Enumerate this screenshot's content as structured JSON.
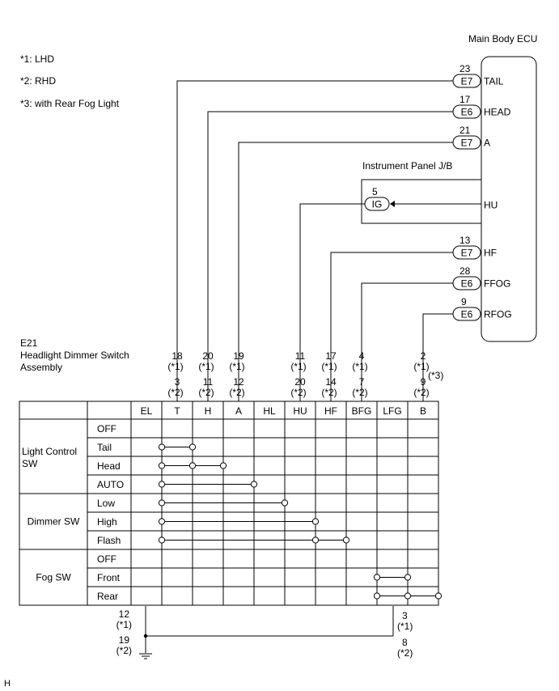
{
  "ecu": {
    "title": "Main Body ECU",
    "pins": [
      {
        "pin": "23",
        "conn": "E7",
        "name": "TAIL"
      },
      {
        "pin": "17",
        "conn": "E6",
        "name": "HEAD"
      },
      {
        "pin": "21",
        "conn": "E7",
        "name": "A"
      },
      {
        "pin": "",
        "conn": "",
        "name": "HU"
      },
      {
        "pin": "13",
        "conn": "E7",
        "name": "HF"
      },
      {
        "pin": "28",
        "conn": "E6",
        "name": "FFOG"
      },
      {
        "pin": "9",
        "conn": "E6",
        "name": "RFOG"
      }
    ]
  },
  "notes": [
    "*1: LHD",
    "*2: RHD",
    "*3: with Rear Fog Light"
  ],
  "junction_block": {
    "title": "Instrument Panel J/B",
    "pin": "5",
    "conn": "IG"
  },
  "switch": {
    "code": "E21",
    "title_line1": "Headlight Dimmer Switch",
    "title_line2": "Assembly",
    "columns": [
      "EL",
      "T",
      "H",
      "A",
      "HL",
      "HU",
      "HF",
      "BFG",
      "LFG",
      "B"
    ],
    "pin_top": [
      "",
      "18",
      "20",
      "19",
      "",
      "11",
      "17",
      "4",
      "",
      "2"
    ],
    "pin_top_note": [
      "",
      "(*1)",
      "(*1)",
      "(*1)",
      "",
      "(*1)",
      "(*1)",
      "(*1)",
      "",
      "(*1)"
    ],
    "pin_bot": [
      "",
      "3",
      "11",
      "12",
      "",
      "20",
      "14",
      "7",
      "",
      "9"
    ],
    "pin_bot_note": [
      "",
      "(*2)",
      "(*2)",
      "(*2)",
      "",
      "(*2)",
      "(*2)",
      "(*2)",
      "",
      "(*2)"
    ],
    "b_note": "(*3)",
    "groups": [
      {
        "name_line1": "Light Control",
        "name_line2": "SW",
        "positions": [
          "OFF",
          "Tail",
          "Head",
          "AUTO"
        ]
      },
      {
        "name_line1": "Dimmer SW",
        "name_line2": "",
        "positions": [
          "Low",
          "High",
          "Flash"
        ]
      },
      {
        "name_line1": "Fog SW",
        "name_line2": "",
        "positions": [
          "OFF",
          "Front",
          "Rear"
        ]
      }
    ],
    "continuity": [
      [],
      [
        0,
        1
      ],
      [
        0,
        1,
        2
      ],
      [
        0,
        3
      ],
      [
        0,
        4
      ],
      [
        0,
        5
      ],
      [
        0,
        5,
        6
      ],
      [],
      [
        7,
        8
      ],
      [
        7,
        8,
        9
      ]
    ]
  },
  "ground": {
    "left_pin1": "12",
    "left_note1": "(*1)",
    "left_pin2": "19",
    "left_note2": "(*2)",
    "right_pin1": "3",
    "right_note1": "(*1)",
    "right_pin2": "8",
    "right_note2": "(*2)"
  },
  "footer": "H"
}
